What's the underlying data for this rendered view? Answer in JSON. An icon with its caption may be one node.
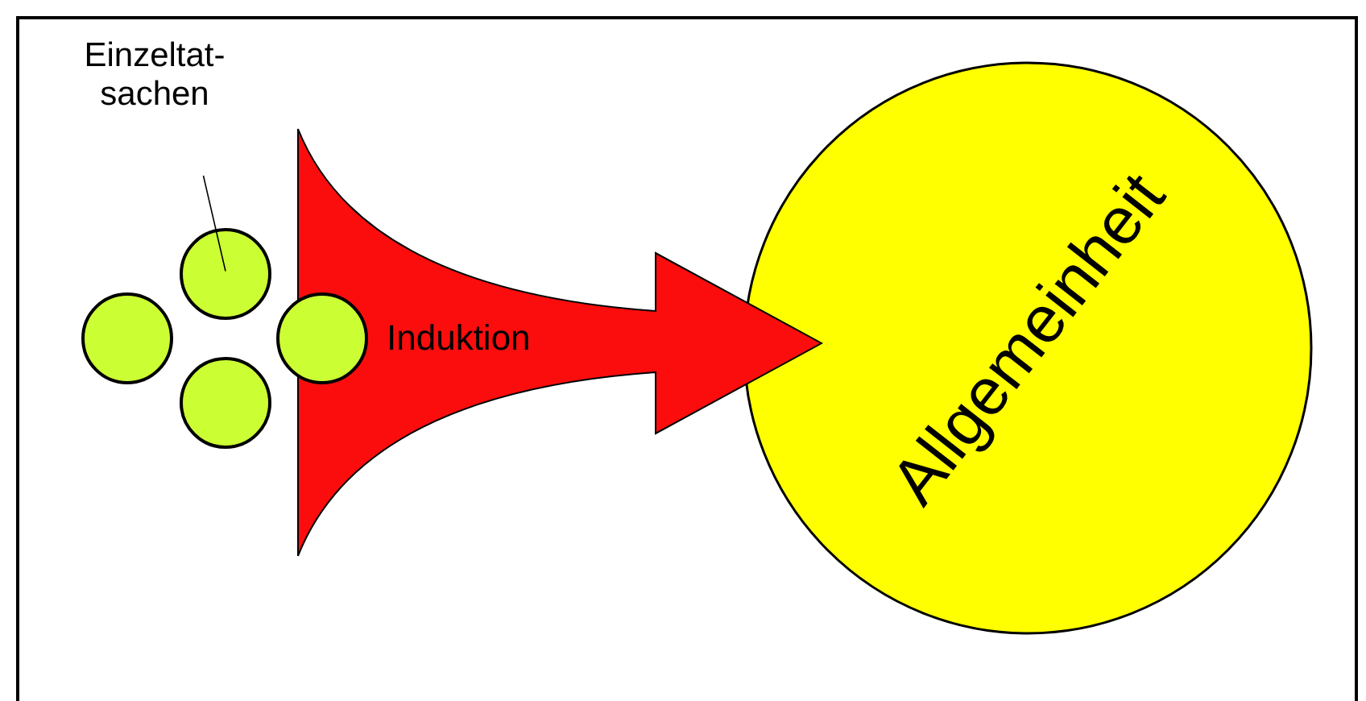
{
  "diagram": {
    "nodes": [
      {
        "text": [
          "Einzeltat- sachen"
        ]
      },
      {
        "text": [],
        "shape": "circle"
      },
      {
        "text": [],
        "shape": "circle"
      },
      {
        "text": [],
        "shape": "circle"
      },
      {
        "text": [],
        "shape": "circle"
      },
      {
        "text": [
          "Induktion"
        ]
      },
      {
        "text": [
          "Allgemeinheit"
        ]
      }
    ],
    "edges": [
      {
        "from": 0,
        "to": 2,
        "arrow": "none"
      }
    ]
  }
}
